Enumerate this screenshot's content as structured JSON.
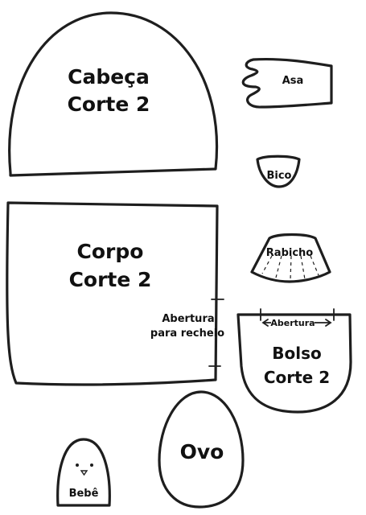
{
  "pieces": {
    "cabeca": {
      "name": "Cabeça",
      "cut": "Corte 2"
    },
    "asa": {
      "name": "Asa"
    },
    "bico": {
      "name": "Bico"
    },
    "corpo": {
      "name": "Corpo",
      "cut": "Corte 2",
      "opening": [
        "Abertura",
        "para recheio"
      ]
    },
    "rabicho": {
      "name": "Rabicho"
    },
    "bolso": {
      "name": "Bolso",
      "cut": "Corte 2",
      "opening": "Abertura"
    },
    "ovo": {
      "name": "Ovo"
    },
    "bebe": {
      "name": "Bebê"
    }
  }
}
